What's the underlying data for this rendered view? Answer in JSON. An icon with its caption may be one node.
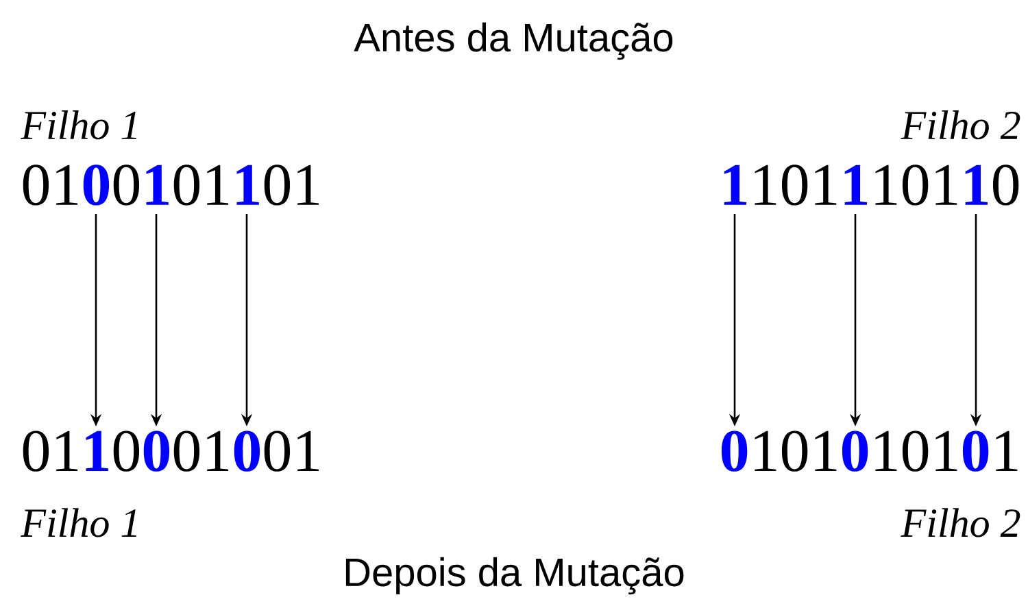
{
  "diagram": {
    "title": "Antes da Mutação",
    "caption": "Depois da Mutação",
    "nodes": [
      {
        "text": [
          "Filho 1",
          "01**0**0**1**01**1**01"
        ]
      },
      {
        "text": [
          "01**1**0**0**01**0**01",
          "Filho 1"
        ]
      },
      {
        "text": [
          "Filho 2",
          "**1**101**1**101**1**0"
        ]
      },
      {
        "text": [
          "**0**101**0**101**0**1",
          "Filho 2"
        ]
      }
    ],
    "edges": [
      {
        "from": 0,
        "to": 1,
        "arrow": "to"
      },
      {
        "from": 0,
        "to": 1,
        "arrow": "to"
      },
      {
        "from": 0,
        "to": 1,
        "arrow": "to"
      },
      {
        "from": 2,
        "to": 3,
        "arrow": "to"
      },
      {
        "from": 2,
        "to": 3,
        "arrow": "to"
      },
      {
        "from": 2,
        "to": 3,
        "arrow": "to"
      }
    ]
  }
}
